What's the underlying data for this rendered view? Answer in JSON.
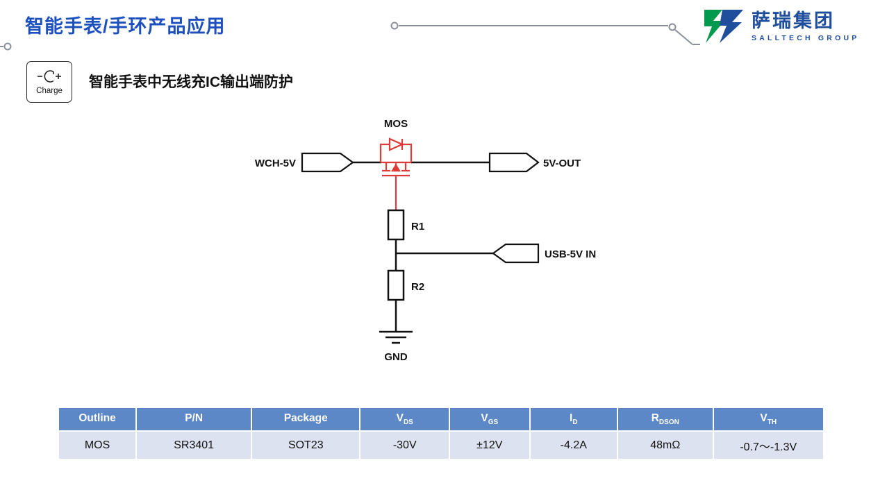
{
  "slide": {
    "title": "智能手表/手环产品应用",
    "section_heading": "智能手表中无线充IC输出端防护"
  },
  "logo": {
    "company_name": "萨瑞集团",
    "company_subtitle": "SALLTECH GROUP",
    "mark_green": "#009a4e",
    "mark_blue": "#1f4e9c"
  },
  "charge_badge": {
    "label": "Charge"
  },
  "circuit": {
    "mos_label": "MOS",
    "input_flag_label": "WCH-5V",
    "output_flag_label": "5V-OUT",
    "usb_flag_label": "USB-5V IN",
    "r1_label": "R1",
    "r2_label": "R2",
    "gnd_label": "GND",
    "mosfet_color": "#e03a3a",
    "wire_color": "#111111"
  },
  "table": {
    "headers": [
      {
        "main": "Outline",
        "sub": ""
      },
      {
        "main": "P/N",
        "sub": ""
      },
      {
        "main": "Package",
        "sub": ""
      },
      {
        "main": "V",
        "sub": "DS"
      },
      {
        "main": "V",
        "sub": "GS"
      },
      {
        "main": "I",
        "sub": "D"
      },
      {
        "main": "R",
        "sub": "DSON"
      },
      {
        "main": "V",
        "sub": "TH"
      }
    ],
    "rows": [
      [
        "MOS",
        "SR3401",
        "SOT23",
        "-30V",
        "±12V",
        "-4.2A",
        "48mΩ",
        "-0.7～-1.3V"
      ]
    ],
    "header_bg": "#5c88c8",
    "row_bg": "#dde2f1"
  },
  "colors": {
    "title_blue": "#1d50bf",
    "deco_gray": "#8a9099"
  }
}
